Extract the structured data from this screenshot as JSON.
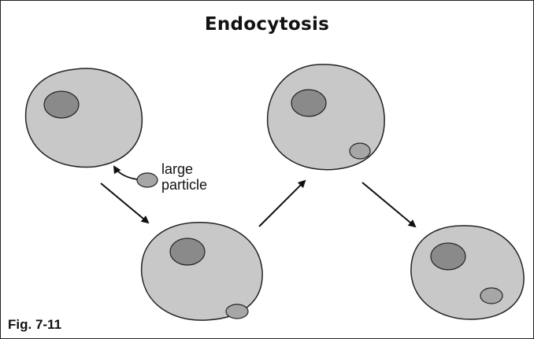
{
  "title": "Endocytosis",
  "particle_label": {
    "line1": "large",
    "line2": "particle"
  },
  "figure_label": "Fig. 7-11",
  "colors": {
    "cell_fill": "#c8c8c8",
    "cell_stroke": "#222222",
    "nucleus_fill": "#8a8a8a",
    "particle_fill": "#a6a6a6",
    "arrow": "#111111"
  },
  "stages": [
    {
      "id": "cell-1",
      "description": "cell with particle approaching"
    },
    {
      "id": "cell-2",
      "description": "particle contacting membrane"
    },
    {
      "id": "cell-3",
      "description": "particle engulfed near membrane"
    },
    {
      "id": "cell-4",
      "description": "particle vesicle inside cell"
    }
  ]
}
